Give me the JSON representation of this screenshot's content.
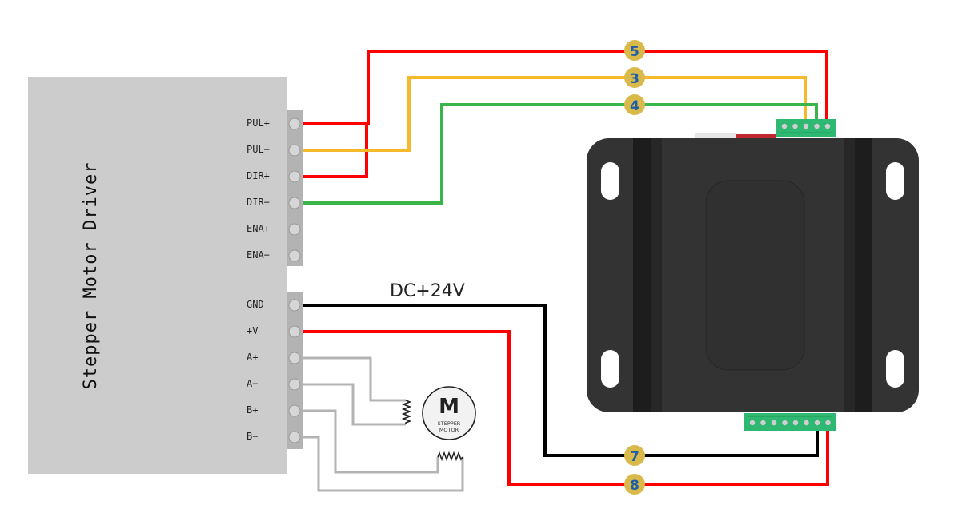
{
  "driver": {
    "title": "Stepper Motor Driver",
    "signal_terminals": [
      "PUL+",
      "PUL−",
      "DIR+",
      "DIR−",
      "ENA+",
      "ENA−"
    ],
    "power_terminals": [
      "GND",
      "+V",
      "A+",
      "A−",
      "B+",
      "B−"
    ]
  },
  "power_label": "DC+24V",
  "motor": {
    "symbol": "M",
    "line1": "STEPPER",
    "line2": "MOTOR"
  },
  "wire_badges": {
    "top": [
      "5",
      "3",
      "4"
    ],
    "bottom": [
      "7",
      "8"
    ]
  },
  "colors": {
    "red": "#ff0000",
    "yellow": "#f6b92b",
    "green": "#39b54a",
    "black": "#000000",
    "gray_wire": "#b3b3b3",
    "driver_body": "#cccccc",
    "terminal_strip": "#b3b3b3",
    "badge_fill": "#d9b94a",
    "badge_text": "#1f5fa8",
    "controller_body": "#333333",
    "connector_green": "#2eb872"
  }
}
